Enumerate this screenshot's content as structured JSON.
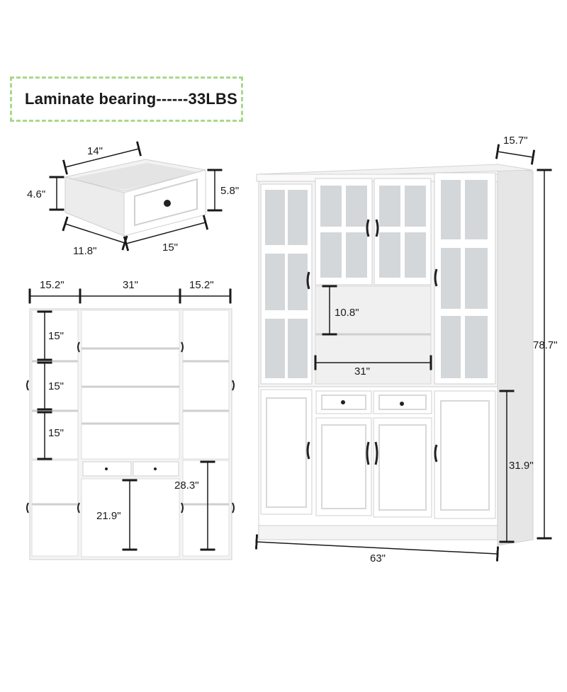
{
  "banner": {
    "text": "Laminate bearing------33LBS"
  },
  "drawer": {
    "width": "14\"",
    "front_height": "5.8\"",
    "side_height": "4.6\"",
    "depth": "11.8\"",
    "front_width": "15\""
  },
  "interior": {
    "left_width": "15.2\"",
    "center_width": "31\"",
    "right_width": "15.2\"",
    "shelf_1": "15\"",
    "shelf_2": "15\"",
    "shelf_3": "15\"",
    "lower_opening": "21.9\"",
    "lower_height": "28.3\""
  },
  "cabinet": {
    "depth": "15.7\"",
    "total_height": "78.7\"",
    "niche_height": "10.8\"",
    "niche_width": "31\"",
    "base_height": "31.9\"",
    "total_width": "63\""
  },
  "colors": {
    "panel": "#ffffff",
    "shade": "#e9e9e9",
    "edge": "#c8c8c8",
    "glass": "#d4d7d9",
    "handle": "#222222",
    "banner_border": "#a8d98a"
  }
}
